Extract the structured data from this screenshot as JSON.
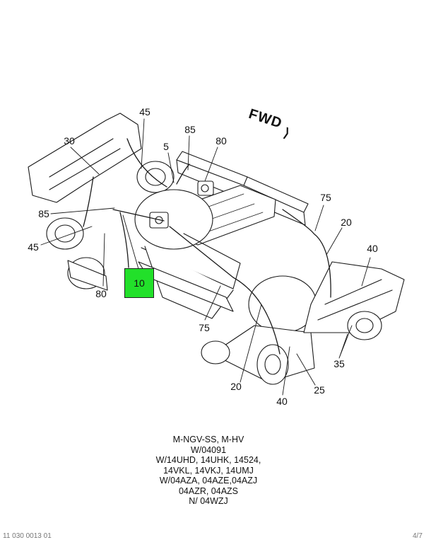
{
  "direction_label": "FWD",
  "direction_arrow": "⟩",
  "callouts": {
    "c45_top": "45",
    "c30": "30",
    "c5": "5",
    "c85_top": "85",
    "c80_top": "80",
    "c75_right": "75",
    "c20_right": "20",
    "c40_right": "40",
    "c85_left": "85",
    "c45_left": "45",
    "c80_bottom": "80",
    "c10": "10",
    "c75_bottom": "75",
    "c35": "35",
    "c20_bottom": "20",
    "c25": "25",
    "c40_bottom": "40"
  },
  "highlight_color": "#22e02a",
  "notes": [
    "M-NGV-SS, M-HV",
    "W/04091",
    "W/14UHD, 14UHK, 14524,",
    "14VKL, 14VKJ, 14UMJ",
    "W/04AZA, 04AZE,04AZJ",
    "04AZR, 04AZS",
    "N/ 04WZJ"
  ],
  "footer_left": "11 030 0013 01",
  "footer_right": "4/7"
}
